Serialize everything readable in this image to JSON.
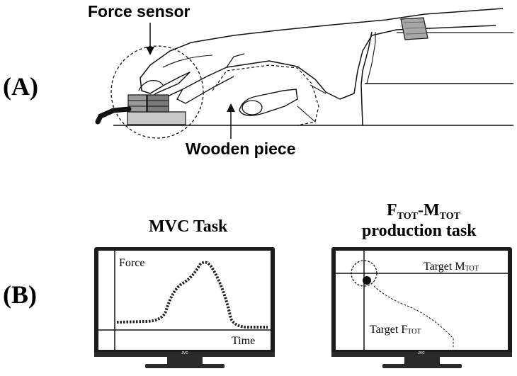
{
  "panel_a": {
    "label": "(A)",
    "force_sensor_label": "Force sensor",
    "wooden_piece_label": "Wooden piece"
  },
  "panel_b": {
    "label": "(B)",
    "mvc": {
      "title": "MVC Task",
      "y_label": "Force",
      "x_label": "Time",
      "brand": "JVC"
    },
    "production": {
      "title_f": "F",
      "title_f_sub": "TOT",
      "title_dash": "-",
      "title_m": "M",
      "title_m_sub": "TOT",
      "title_line2": "production task",
      "target_m": "Target M",
      "target_m_sub": "TOT",
      "target_f": "Target F",
      "target_f_sub": "TOT",
      "brand": "JVC"
    }
  },
  "colors": {
    "ink": "#111111",
    "sensor_gray": "#9a9a9a",
    "base_gray": "#c8c8c8",
    "tv_frame": "#1c1c1c",
    "tv_stand": "#2a2a2a",
    "band_gray": "#a8a8a8"
  }
}
